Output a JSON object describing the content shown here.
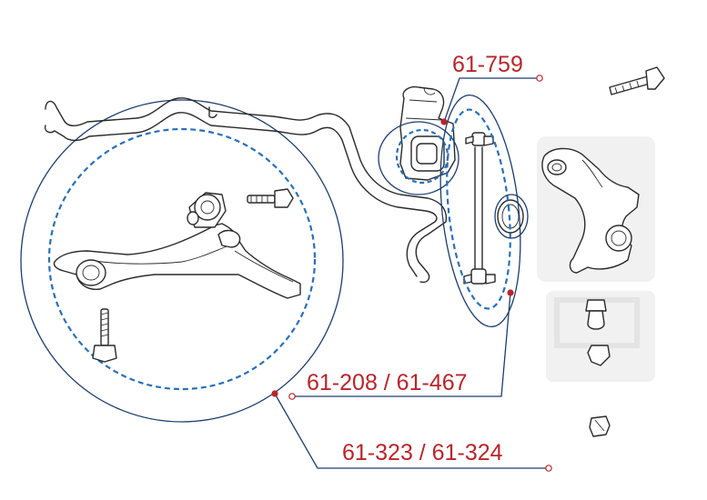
{
  "colors": {
    "callout_text": "#b8252a",
    "leader_line": "#1c3d6e",
    "dashed_circle": "#2a6fb8",
    "dot": "#b8252a"
  },
  "callouts": {
    "stabilizer_bushing": {
      "label": "61-759"
    },
    "stabilizer_link": {
      "label": "61-208 / 61-467"
    },
    "lower_control_arm": {
      "label": "61-323 / 61-324"
    }
  }
}
